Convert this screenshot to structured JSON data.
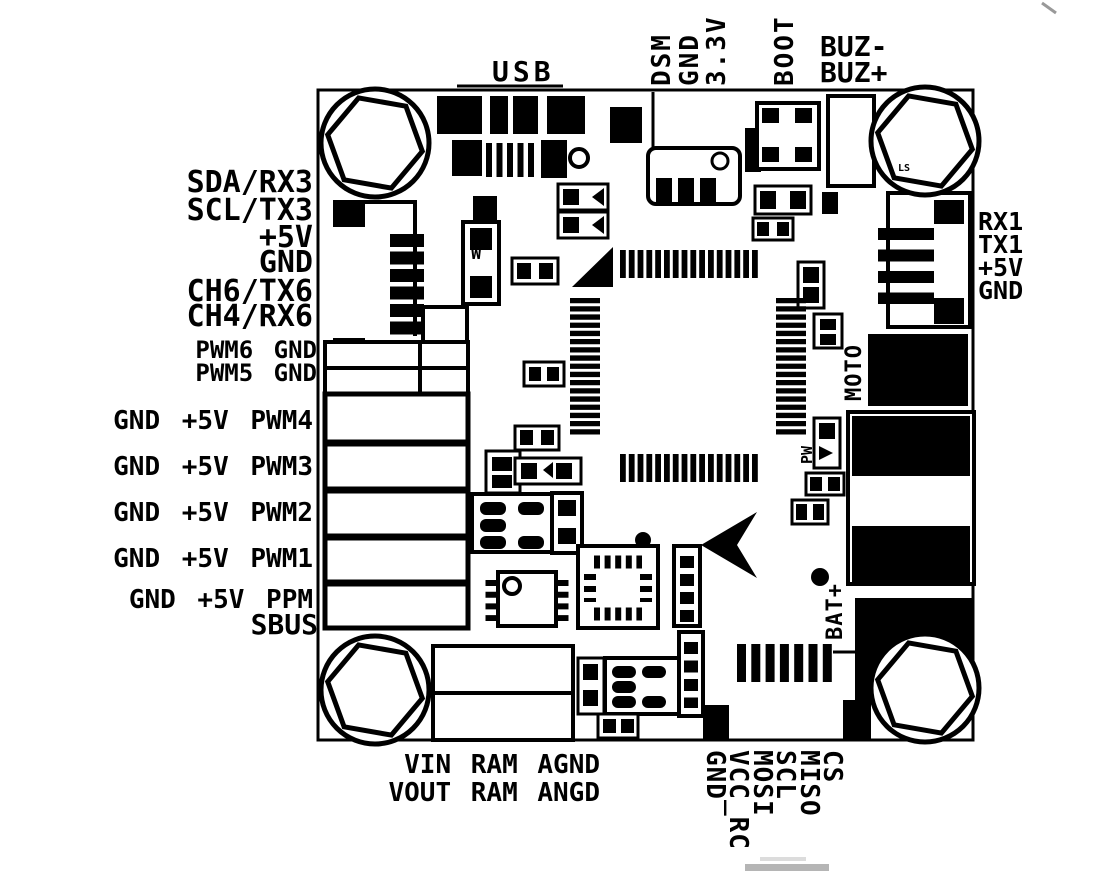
{
  "diagram": {
    "type": "flight-controller-pinout-diagram",
    "colors": {
      "ink": "#000000",
      "background": "#ffffff"
    }
  },
  "labels": {
    "usb": "USB",
    "top_vertical": [
      "DSM",
      "GND",
      "3.3V"
    ],
    "boot": "BOOT",
    "buzzer": [
      "BUZ-",
      "BUZ+"
    ],
    "left_upper": [
      "SDA/RX3",
      "SCL/TX3",
      "+5V",
      "GND",
      "CH6/TX6",
      "CH4/RX6"
    ],
    "left_mid": [
      "PWM6 GND",
      "PWM5 GND"
    ],
    "left_rows": [
      "GND +5V PWM4",
      "GND +5V PWM3",
      "GND +5V PWM2",
      "GND +5V PWM1",
      "GND +5V PPM"
    ],
    "sbus": "SBUS",
    "right_upper": [
      "RX1",
      "TX1",
      "+5V",
      "GND"
    ],
    "moto": "MOTO",
    "bat_plus": "BAT+",
    "pw": "PW",
    "bottom_rows": [
      "VIN RAM AGND",
      "VOUT RAM ANGD"
    ],
    "bottom_vertical": [
      "GND",
      "VCC_RC",
      "MOSI",
      "SCL",
      "MISO",
      "CS"
    ],
    "component_marks": {
      "w": "W",
      "ls": "LS"
    }
  }
}
